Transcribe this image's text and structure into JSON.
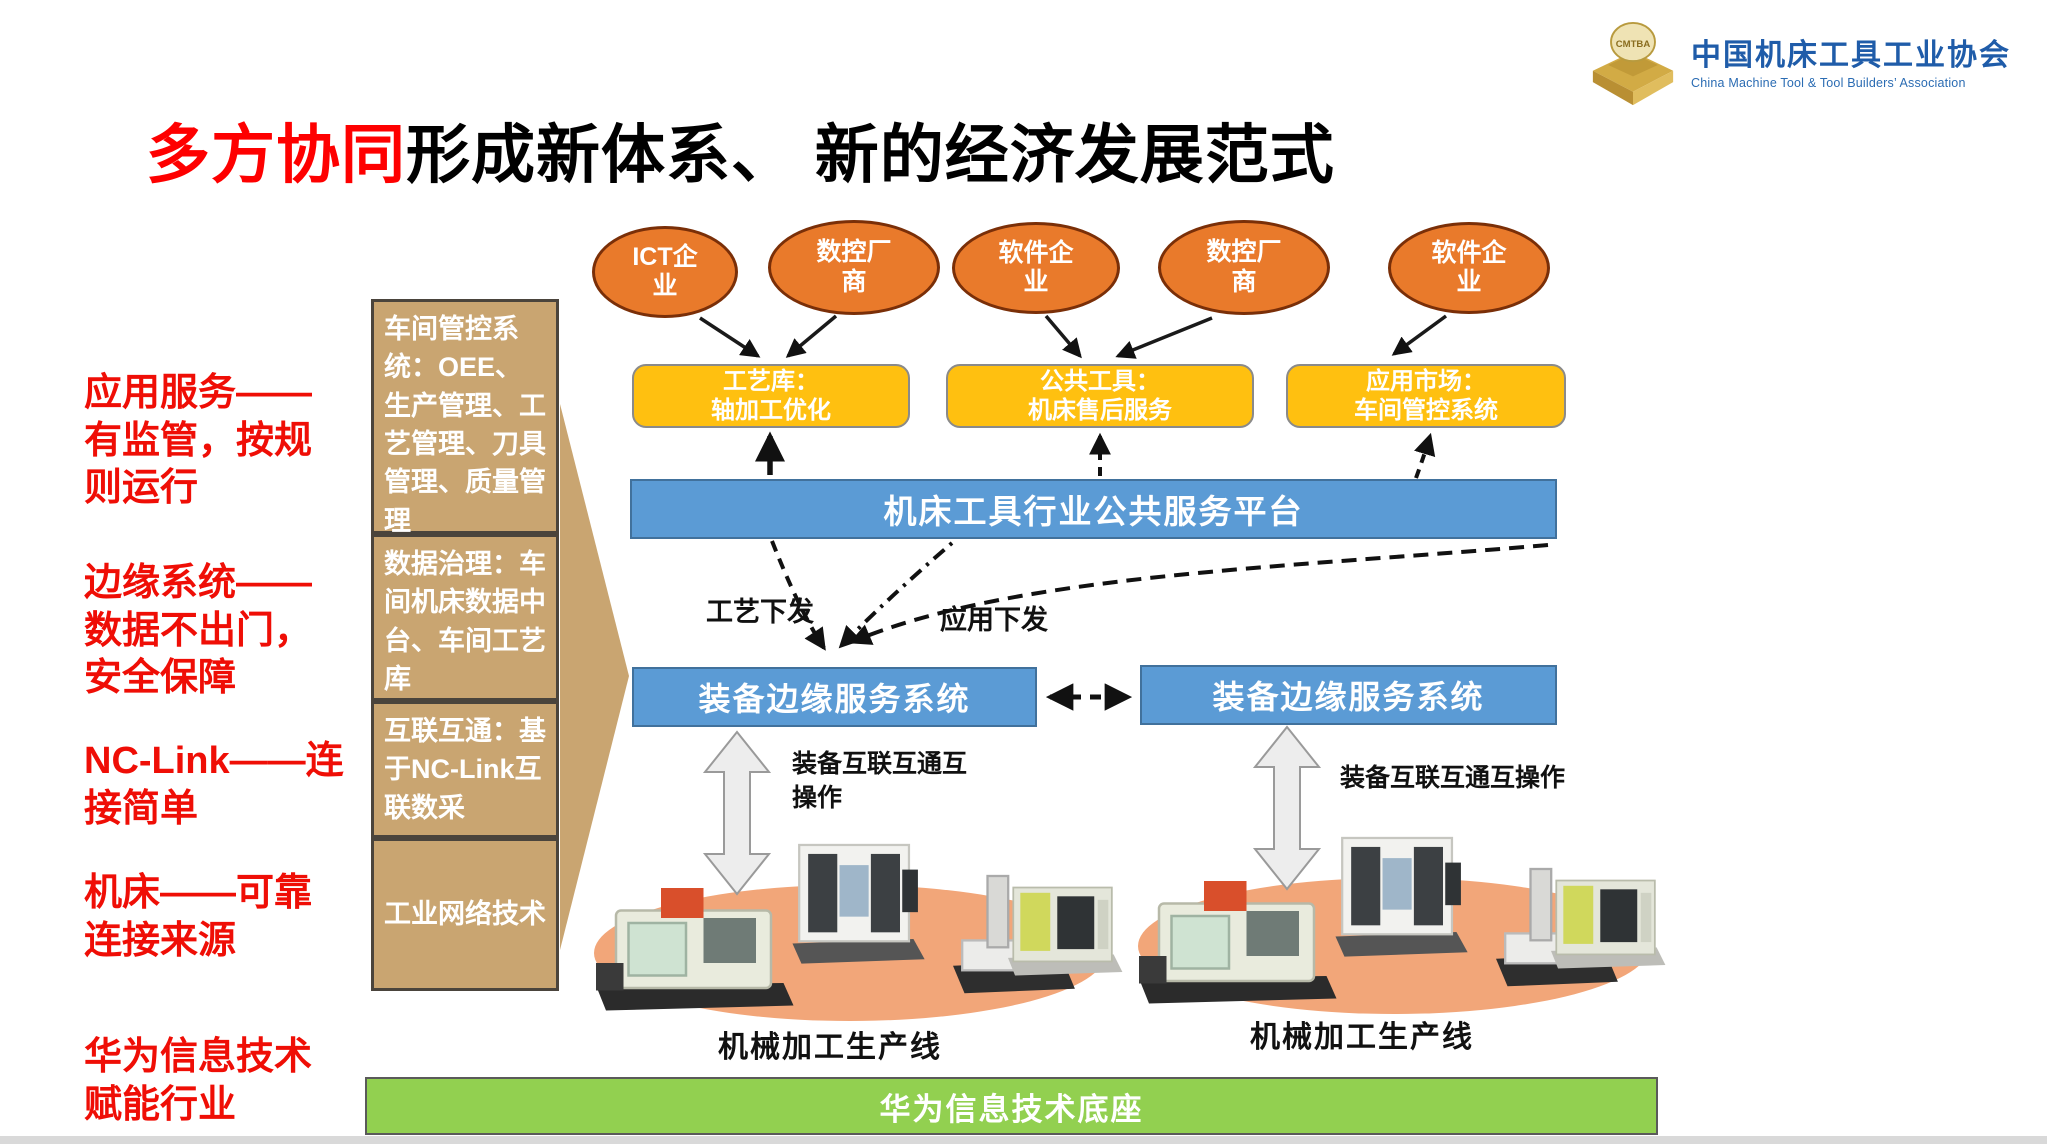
{
  "header": {
    "logo_badge": "CMTBA",
    "org_name_cn": "中国机床工具工业协会",
    "org_name_en": "China Machine Tool & Tool Builders’ Association"
  },
  "title": {
    "highlight": "多方协同",
    "rest": "形成新体系、 新的经济发展范式"
  },
  "left_notes": [
    "应用服务——有监管，按规则运行",
    "边缘系统——数据不出门，安全保障",
    "NC-Link——连接简单",
    "机床——可靠连接来源",
    "华为信息技术赋能行业"
  ],
  "capability_stack": [
    "车间管控系统：OEE、生产管理、工艺管理、刀具管理、质量管理",
    "数据治理：车间机床数据中台、车间工艺库",
    "互联互通：基于NC-Link互联数采",
    "工业网络技术"
  ],
  "suppliers": [
    "ICT企业",
    "数控厂商",
    "软件企业",
    "数控厂商",
    "软件企业"
  ],
  "platform_services": [
    {
      "line1": "工艺库：",
      "line2": "轴加工优化"
    },
    {
      "line1": "公共工具：",
      "line2": "机床售后服务"
    },
    {
      "line1": "应用市场：",
      "line2": "车间管控系统"
    }
  ],
  "platform_label": "机床工具行业公共服务平台",
  "dispatch_labels": {
    "process": "工艺下发",
    "app": "应用下发"
  },
  "edge_systems": [
    "装备边缘服务系统",
    "装备边缘服务系统"
  ],
  "interop_labels": [
    "装备互联互通互操作",
    "装备互联互通互操作"
  ],
  "production_lines": [
    "机械加工生产线",
    "机械加工生产线"
  ],
  "foundation_label": "华为信息技术底座",
  "colors": {
    "supplier_orange": "#e97a2b",
    "service_yellow": "#ffc010",
    "platform_blue": "#5b9bd5",
    "stack_tan": "#c9a571",
    "foundation_green": "#92d050",
    "note_red": "#ef0e06",
    "production_platform_orange": "#f2a679",
    "logo_blue": "#1f5ca9",
    "title_red": "#fe0000"
  }
}
